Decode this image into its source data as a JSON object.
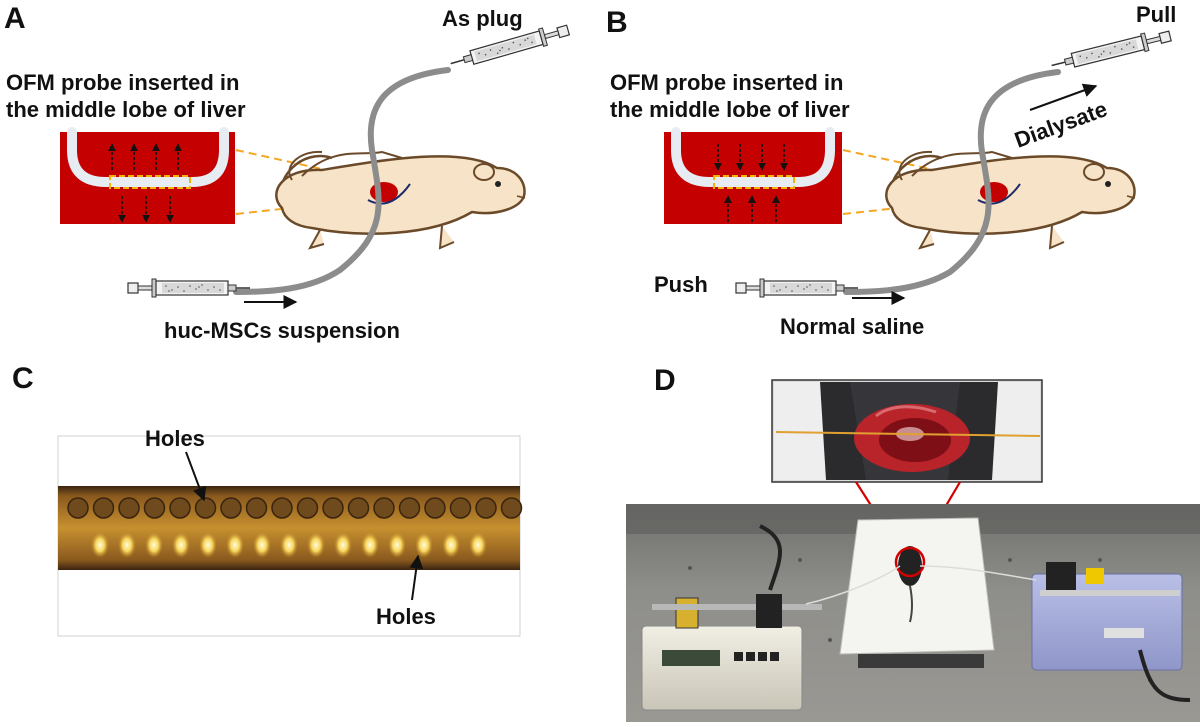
{
  "panels": {
    "a": {
      "letter": "A",
      "probe_line1": "OFM probe inserted in",
      "probe_line2": "the middle lobe of liver",
      "top_label": "As plug",
      "bottom_label": "huc-MSCs suspension"
    },
    "b": {
      "letter": "B",
      "probe_line1": "OFM probe inserted in",
      "probe_line2": "the middle lobe of liver",
      "top_label": "Pull",
      "outflow_label": "Dialysate",
      "push_label": "Push",
      "bottom_label": "Normal saline"
    },
    "c": {
      "letter": "C",
      "holes_top": "Holes",
      "holes_bottom": "Holes"
    },
    "d": {
      "letter": "D"
    }
  },
  "colors": {
    "liver_red": "#c40000",
    "tube_gray": "#8c8c8c",
    "probe_white": "#e6ecf2",
    "membrane_yellow": "#f2b400",
    "guide_orange": "#f5a623",
    "mouse_body": "#f7e4c8",
    "highlight_red": "#d40000"
  },
  "icons": {
    "syringe": "syringe-icon",
    "mouse": "mouse-icon",
    "arrow": "arrow-icon"
  }
}
